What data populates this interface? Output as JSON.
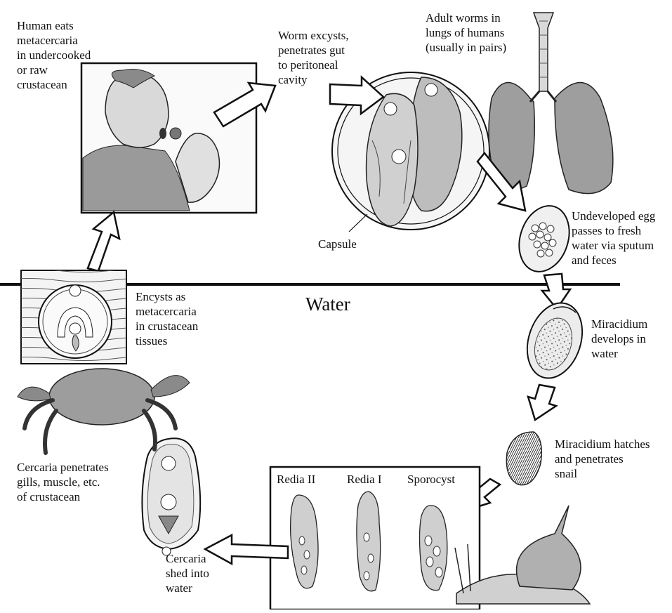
{
  "labels": {
    "human_eats": "Human eats\nmetacercaria\nin undercooked\nor raw\ncrustacean",
    "worm_excysts": "Worm excysts,\npenetrates gut\nto peritoneal\ncavity",
    "adult_worms": "Adult worms in\nlungs of humans\n(usually in pairs)",
    "capsule": "Capsule",
    "undeveloped_egg": "Undeveloped egg\npasses to fresh\nwater via sputum\nand feces",
    "water": "Water",
    "encysts": "Encysts as\nmetacercaria\nin crustacean\ntissues",
    "miracidium_develops": "Miracidium\ndevelops in\nwater",
    "miracidium_hatches": "Miracidium hatches\nand penetrates\nsnail",
    "cercaria_penetrates": "Cercaria penetrates\ngills, muscle, etc.\nof crustacean",
    "cercaria_shed": "Cercaria\nshed into\nwater",
    "redia_ii": "Redia II",
    "redia_i": "Redia I",
    "sporocyst": "Sporocyst"
  },
  "colors": {
    "ink": "#111111",
    "gray_fill": "#bdbdbd",
    "light_fill": "#e6e6e6",
    "dark_fill": "#6e6e6e"
  }
}
